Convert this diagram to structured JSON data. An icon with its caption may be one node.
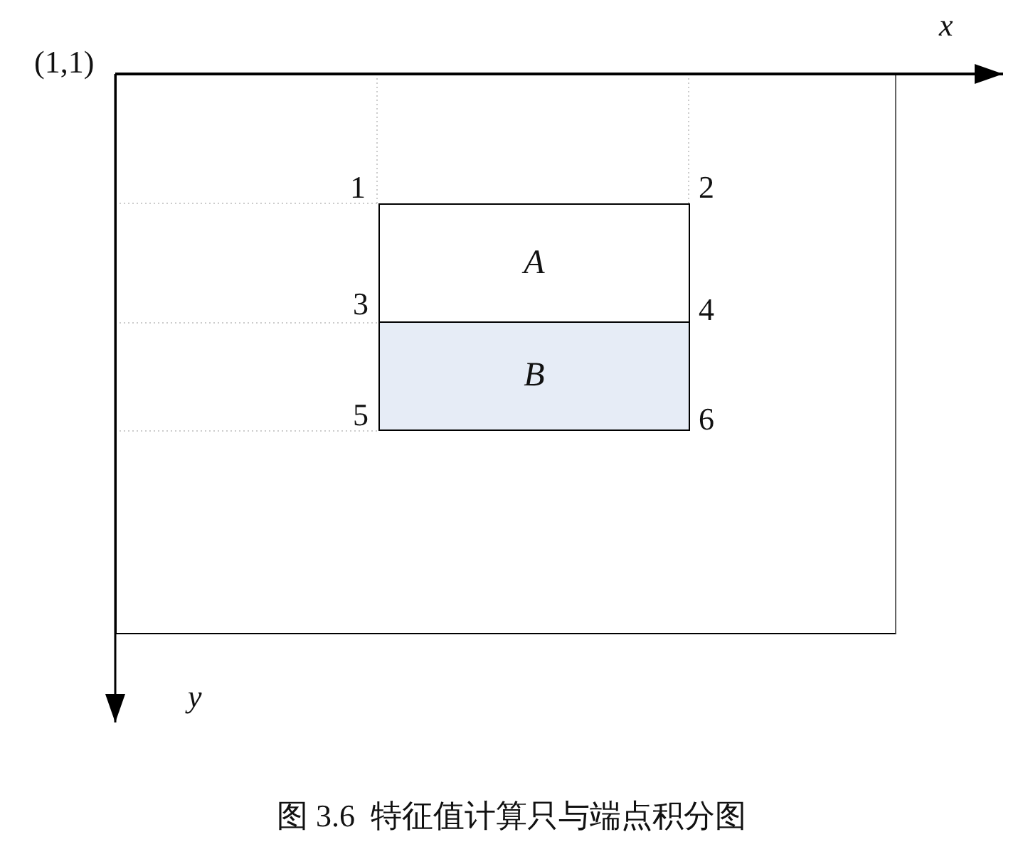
{
  "diagram": {
    "caption": "图 3.6  特征值计算只与端点积分图",
    "nodes": [
      {
        "text": [],
        "shape": "box"
      },
      {
        "text": [
          "A"
        ],
        "in": 0
      },
      {
        "text": [
          "B"
        ],
        "in": 0
      }
    ],
    "edges": [],
    "labels": [
      "x",
      "(1,1)",
      "1",
      "2",
      "3",
      "4",
      "5",
      "6",
      "y"
    ]
  }
}
